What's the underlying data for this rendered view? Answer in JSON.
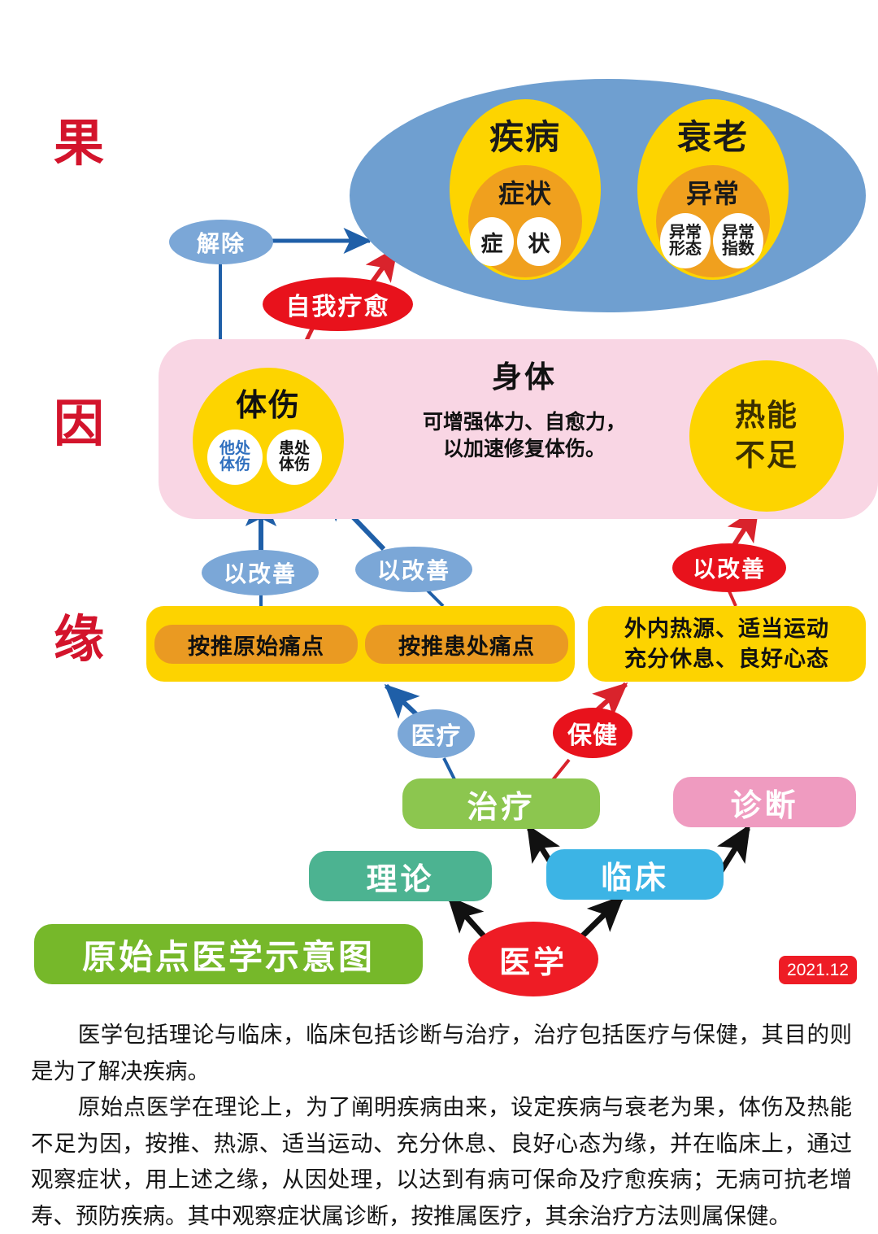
{
  "stages": [
    {
      "key": "result",
      "label": "果"
    },
    {
      "key": "cause",
      "label": "因"
    },
    {
      "key": "condition",
      "label": "缘"
    }
  ],
  "result_zone": {
    "groups": [
      {
        "outer_label": "疾病",
        "inner_label": "症状",
        "bubbles": [
          "症",
          "状"
        ]
      },
      {
        "outer_label": "衰老",
        "inner_label": "异常",
        "bubbles": [
          "异常\n形态",
          "异常\n指数"
        ],
        "bubbles_line1": [
          "异常",
          "异常"
        ],
        "bubbles_line2": [
          "形态",
          "指数"
        ]
      }
    ]
  },
  "connectors": {
    "relieve": "解除",
    "self_heal": "自我疗愈",
    "improve_1": "以改善",
    "improve_2": "以改善",
    "improve_3": "以改善",
    "medical": "医疗",
    "healthcare": "保健"
  },
  "body_band": {
    "title": "身体",
    "subtitle_line1": "可增强体力、自愈力，",
    "subtitle_line2": "以加速修复体伤。",
    "injury": {
      "label": "体伤",
      "sub_left_line1": "他处",
      "sub_left_line2": "体伤",
      "sub_right_line1": "患处",
      "sub_right_line2": "体伤"
    },
    "heat": {
      "line1": "热能",
      "line2": "不足"
    }
  },
  "conditions": {
    "left_bar": {
      "items": [
        "按推原始痛点",
        "按推患处痛点"
      ]
    },
    "right_bar": {
      "line1": "外内热源、适当运动",
      "line2": "充分休息、良好心态"
    }
  },
  "medicine_hierarchy": {
    "treatment": "治疗",
    "diagnosis": "诊断",
    "theory": "理论",
    "clinical": "临床",
    "medicine": "医学"
  },
  "title_box": "原始点医学示意图",
  "date_badge": "2021.12",
  "paragraphs": [
    "医学包括理论与临床，临床包括诊断与治疗，治疗包括医疗与保健，其目的则是为了解决疾病。",
    "原始点医学在理论上，为了阐明疾病由来，设定疾病与衰老为果，体伤及热能不足为因，按推、热源、适当运动、充分休息、良好心态为缘，并在临床上，通过观察症状，用上述之缘，从因处理，以达到有病可保命及疗愈疾病；无病可抗老增寿、预防疾病。其中观察症状属诊断，按推属医疗，其余治疗方法则属保健。"
  ],
  "colors": {
    "result_blue": "#6f9fd0",
    "yellow": "#fdd400",
    "orange": "#f0a01e",
    "pink_band": "#f9d6e4",
    "red": "#e8121c",
    "pill_blue": "#7ba7d7",
    "bar_yellow": "#fdd300",
    "bar_orange": "#ea9a22",
    "treatment_green": "#8cc64f",
    "theory_green": "#4cb391",
    "clinical_blue": "#3cb4e5",
    "diagnosis_pink": "#ef9bc0",
    "title_green": "#76b82a",
    "stage_red": "#d3142c",
    "arrow_blue": "#1f5fa8",
    "arrow_red": "#d9232c",
    "arrow_black": "#111111"
  }
}
